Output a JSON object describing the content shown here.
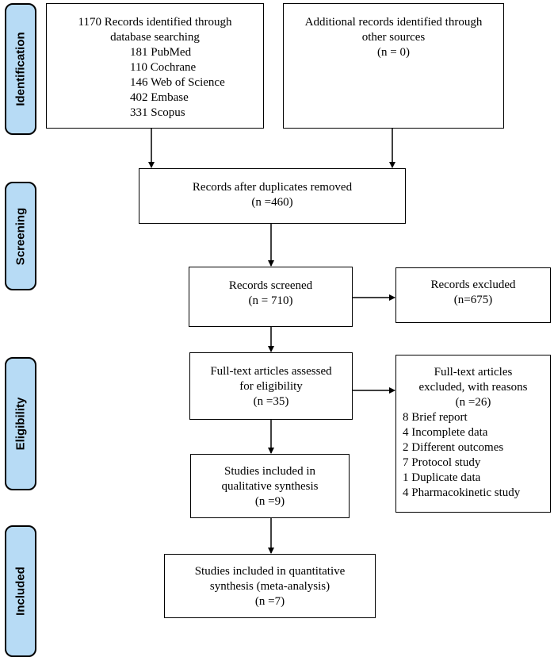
{
  "phases": {
    "identification": "Identification",
    "screening": "Screening",
    "eligibility": "Eligibility",
    "included": "Included"
  },
  "boxes": {
    "db_search": {
      "lines": [
        "1170 Records identified through",
        "database searching",
        "181 PubMed",
        "110 Cochrane",
        "146 Web of Science",
        "402 Embase",
        "331 Scopus"
      ]
    },
    "other_sources": {
      "lines": [
        "Additional records identified through",
        "other sources",
        "(n = 0)"
      ]
    },
    "after_duplicates": {
      "lines": [
        "Records after duplicates removed",
        "(n =460)"
      ]
    },
    "screened": {
      "lines": [
        "Records screened",
        "(n = 710)"
      ]
    },
    "excluded": {
      "lines": [
        "Records excluded",
        "(n=675)"
      ]
    },
    "fulltext_assessed": {
      "lines": [
        "Full-text articles assessed",
        "for eligibility",
        "(n =35)"
      ]
    },
    "fulltext_excluded": {
      "header": [
        "Full-text articles",
        "excluded, with reasons",
        "(n =26)"
      ],
      "reasons": [
        "8 Brief report",
        "4 Incomplete data",
        "2 Different outcomes",
        "7 Protocol study",
        "1 Duplicate data",
        "4 Pharmacokinetic  study"
      ]
    },
    "qualitative": {
      "lines": [
        "Studies included in",
        "qualitative synthesis",
        "(n =9)"
      ]
    },
    "quantitative": {
      "lines": [
        "Studies included in quantitative",
        "synthesis (meta-analysis)",
        "(n =7)"
      ]
    }
  },
  "colors": {
    "phase_fill": "#b7dbf5",
    "stroke": "#000000",
    "box_fill": "#ffffff"
  }
}
